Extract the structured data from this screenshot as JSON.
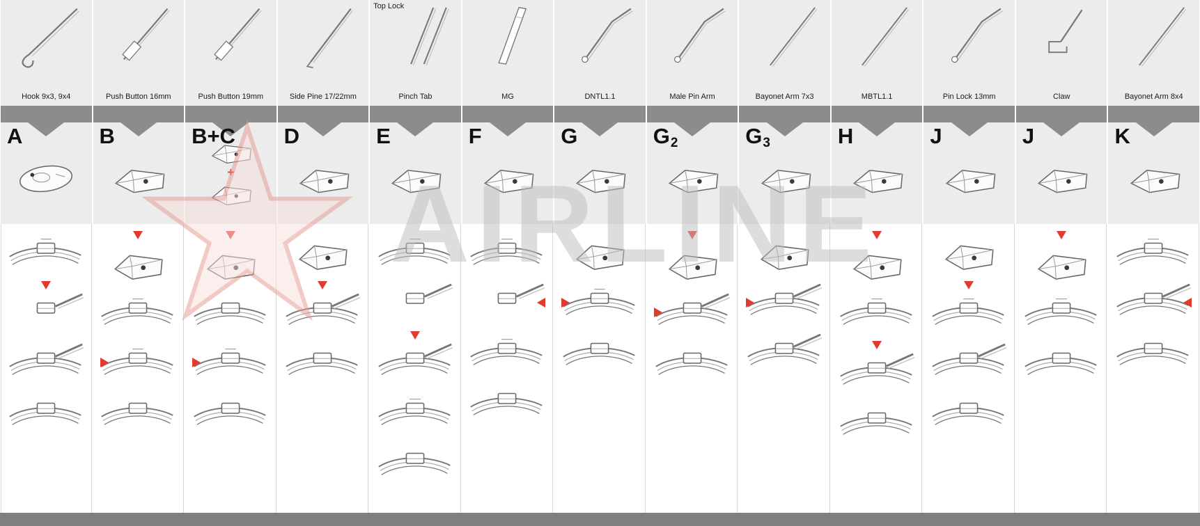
{
  "watermark": {
    "brand": "AIRLINE"
  },
  "colors": {
    "panel_gray": "#ececec",
    "band_gray": "#8c8c8c",
    "footer_gray": "#7f7f7f",
    "accent_red": "#e23b2e",
    "watermark_text": "#bdbdbd",
    "watermark_star": "#e5968d",
    "line_art": "#777777"
  },
  "columns": [
    {
      "arm_label": "Hook 9x3, 9x4",
      "arm_icon": "hook",
      "adapter": {
        "letter": "A",
        "sub": ""
      },
      "adapter_icon": "cap",
      "steps": [
        {
          "art": "blade-adapter",
          "arrow": "none"
        },
        {
          "art": "arm",
          "arrow": "down"
        },
        {
          "art": "blade-arm",
          "arrow": "none"
        },
        {
          "art": "blade",
          "arrow": "none"
        }
      ]
    },
    {
      "arm_label": "Push Button 16mm",
      "arm_icon": "button",
      "adapter": {
        "letter": "B",
        "sub": ""
      },
      "adapter_icon": "block",
      "steps": [
        {
          "art": "adapter",
          "arrow": "down"
        },
        {
          "art": "blade-adapter",
          "arrow": "none"
        },
        {
          "art": "blade-adapter",
          "arrow": "right"
        },
        {
          "art": "blade",
          "arrow": "none"
        }
      ]
    },
    {
      "arm_label": "Push Button 19mm",
      "arm_icon": "button",
      "adapter": {
        "letter": "B+C",
        "sub": ""
      },
      "adapter_icon": "block",
      "plus": "+",
      "steps": [
        {
          "art": "adapter",
          "arrow": "down"
        },
        {
          "art": "blade",
          "arrow": "none"
        },
        {
          "art": "blade-adapter",
          "arrow": "right"
        },
        {
          "art": "blade",
          "arrow": "none"
        }
      ]
    },
    {
      "arm_label": "Side Pine 17/22mm",
      "arm_icon": "straight",
      "adapter": {
        "letter": "D",
        "sub": ""
      },
      "adapter_icon": "block",
      "steps": [
        {
          "art": "adapter",
          "arrow": "none"
        },
        {
          "art": "arm-blade",
          "arrow": "down"
        },
        {
          "art": "blade",
          "arrow": "none"
        }
      ]
    },
    {
      "arm_label": "Pinch Tab",
      "top_note": "Top Lock",
      "arm_icon": "double",
      "adapter": {
        "letter": "E",
        "sub": ""
      },
      "adapter_icon": "block",
      "steps": [
        {
          "art": "blade-adapter",
          "arrow": "none"
        },
        {
          "art": "arm",
          "arrow": "none"
        },
        {
          "art": "arm-blade",
          "arrow": "down"
        },
        {
          "art": "blade-adapter",
          "arrow": "none"
        },
        {
          "art": "blade",
          "arrow": "none"
        }
      ]
    },
    {
      "arm_label": "MG",
      "arm_icon": "flat",
      "adapter": {
        "letter": "F",
        "sub": ""
      },
      "adapter_icon": "block",
      "steps": [
        {
          "art": "blade-adapter",
          "arrow": "none"
        },
        {
          "art": "arm",
          "arrow": "left"
        },
        {
          "art": "blade-adapter",
          "arrow": "none"
        },
        {
          "art": "blade",
          "arrow": "none"
        }
      ]
    },
    {
      "arm_label": "DNTL1.1",
      "arm_icon": "bent",
      "adapter": {
        "letter": "G",
        "sub": ""
      },
      "adapter_icon": "block",
      "steps": [
        {
          "art": "adapter",
          "arrow": "none"
        },
        {
          "art": "blade-adapter",
          "arrow": "right"
        },
        {
          "art": "blade",
          "arrow": "none"
        }
      ]
    },
    {
      "arm_label": "Male Pin Arm",
      "arm_icon": "bent",
      "adapter": {
        "letter": "G",
        "sub": "2"
      },
      "adapter_icon": "block",
      "steps": [
        {
          "art": "adapter",
          "arrow": "down"
        },
        {
          "art": "arm-blade",
          "arrow": "right"
        },
        {
          "art": "blade",
          "arrow": "none"
        }
      ]
    },
    {
      "arm_label": "Bayonet Arm 7x3",
      "arm_icon": "long",
      "adapter": {
        "letter": "G",
        "sub": "3"
      },
      "adapter_icon": "block",
      "steps": [
        {
          "art": "adapter",
          "arrow": "none"
        },
        {
          "art": "arm-blade",
          "arrow": "right"
        },
        {
          "art": "blade-arm",
          "arrow": "none"
        }
      ]
    },
    {
      "arm_label": "MBTL1.1",
      "arm_icon": "long",
      "adapter": {
        "letter": "H",
        "sub": ""
      },
      "adapter_icon": "block",
      "steps": [
        {
          "art": "adapter",
          "arrow": "down"
        },
        {
          "art": "blade-adapter",
          "arrow": "none"
        },
        {
          "art": "arm-blade",
          "arrow": "down"
        },
        {
          "art": "blade",
          "arrow": "none"
        }
      ]
    },
    {
      "arm_label": "Pin Lock 13mm",
      "arm_icon": "bent",
      "adapter": {
        "letter": "J",
        "sub": ""
      },
      "adapter_icon": "block",
      "steps": [
        {
          "art": "adapter",
          "arrow": "none"
        },
        {
          "art": "blade-adapter",
          "arrow": "down"
        },
        {
          "art": "arm-blade",
          "arrow": "none"
        },
        {
          "art": "blade",
          "arrow": "none"
        }
      ]
    },
    {
      "arm_label": "Claw",
      "arm_icon": "claw",
      "adapter": {
        "letter": "J",
        "sub": ""
      },
      "adapter_icon": "block",
      "steps": [
        {
          "art": "adapter",
          "arrow": "down"
        },
        {
          "art": "blade-adapter",
          "arrow": "none"
        },
        {
          "art": "blade",
          "arrow": "none"
        }
      ]
    },
    {
      "arm_label": "Bayonet Arm 8x4",
      "arm_icon": "long",
      "adapter": {
        "letter": "K",
        "sub": ""
      },
      "adapter_icon": "block",
      "steps": [
        {
          "art": "blade-adapter",
          "arrow": "none"
        },
        {
          "art": "arm-blade",
          "arrow": "left"
        },
        {
          "art": "blade",
          "arrow": "none"
        }
      ]
    }
  ]
}
